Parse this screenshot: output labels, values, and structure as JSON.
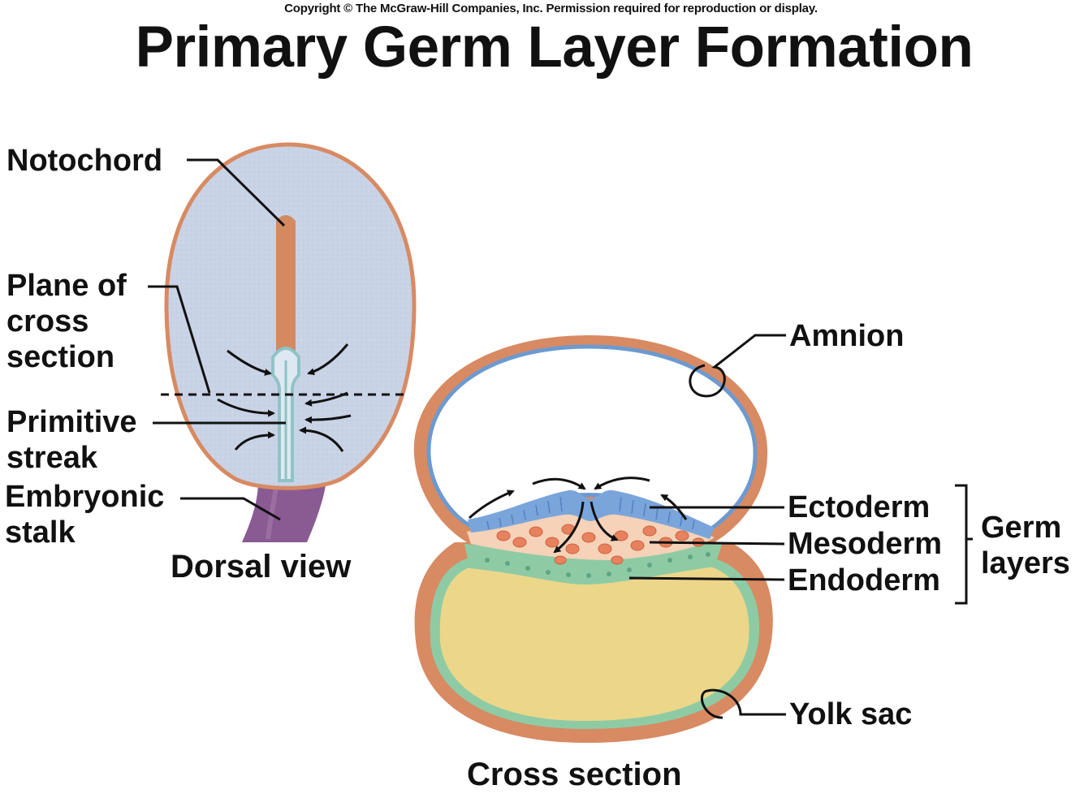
{
  "copyright": "Copyright © The McGraw-Hill Companies, Inc. Permission required for reproduction or display.",
  "title": "Primary Germ Layer Formation",
  "dorsal_view": {
    "caption": "Dorsal view",
    "labels": {
      "notochord": "Notochord",
      "plane_of_cross_section": [
        "Plane of",
        "cross",
        "section"
      ],
      "primitive_streak": [
        "Primitive",
        "streak"
      ],
      "embryonic_stalk": [
        "Embryonic",
        "stalk"
      ]
    }
  },
  "cross_section": {
    "caption": "Cross section",
    "labels": {
      "amnion": "Amnion",
      "ectoderm": "Ectoderm",
      "mesoderm": "Mesoderm",
      "endoderm": "Endoderm",
      "germ_layers": [
        "Germ",
        "layers"
      ],
      "yolk_sac": "Yolk sac"
    }
  },
  "colors": {
    "membrane": "#d88a63",
    "embryo_fill": "#c9d3e6",
    "notochord": "#d38a60",
    "stalk": "#8a5a92",
    "amnion_line": "#6c9ad0",
    "ectoderm": "#7aa5db",
    "mesoderm_fill": "#f5d2b8",
    "mesoderm_cells": "#e8825e",
    "endoderm": "#8ecba4",
    "yolk": "#ecd68a"
  }
}
